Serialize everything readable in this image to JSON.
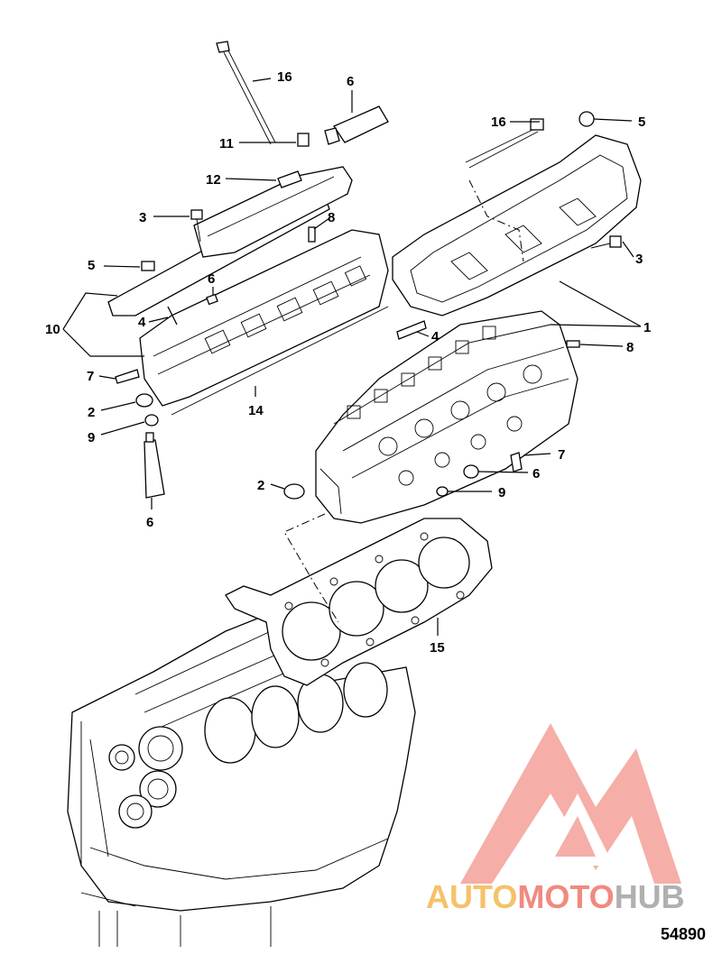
{
  "diagram": {
    "figure_number": "54890",
    "callouts": [
      {
        "label": "16"
      },
      {
        "label": "6"
      },
      {
        "label": "11"
      },
      {
        "label": "12"
      },
      {
        "label": "3"
      },
      {
        "label": "8"
      },
      {
        "label": "5"
      },
      {
        "label": "6"
      },
      {
        "label": "10"
      },
      {
        "label": "4"
      },
      {
        "label": "7"
      },
      {
        "label": "14"
      },
      {
        "label": "2"
      },
      {
        "label": "9"
      },
      {
        "label": "6"
      },
      {
        "label": "16"
      },
      {
        "label": "5"
      },
      {
        "label": "3"
      },
      {
        "label": "1"
      },
      {
        "label": "4"
      },
      {
        "label": "8"
      },
      {
        "label": "7"
      },
      {
        "label": "6"
      },
      {
        "label": "9"
      },
      {
        "label": "2"
      },
      {
        "label": "15"
      }
    ]
  },
  "watermark": {
    "word_part1": "AUTO",
    "word_part2": "MOTO",
    "word_part3": "HUB",
    "colors": {
      "part1": "#f5c26a",
      "part2": "#f08a80",
      "part3": "#b0b0b0",
      "logo": "#f4a09a"
    }
  }
}
